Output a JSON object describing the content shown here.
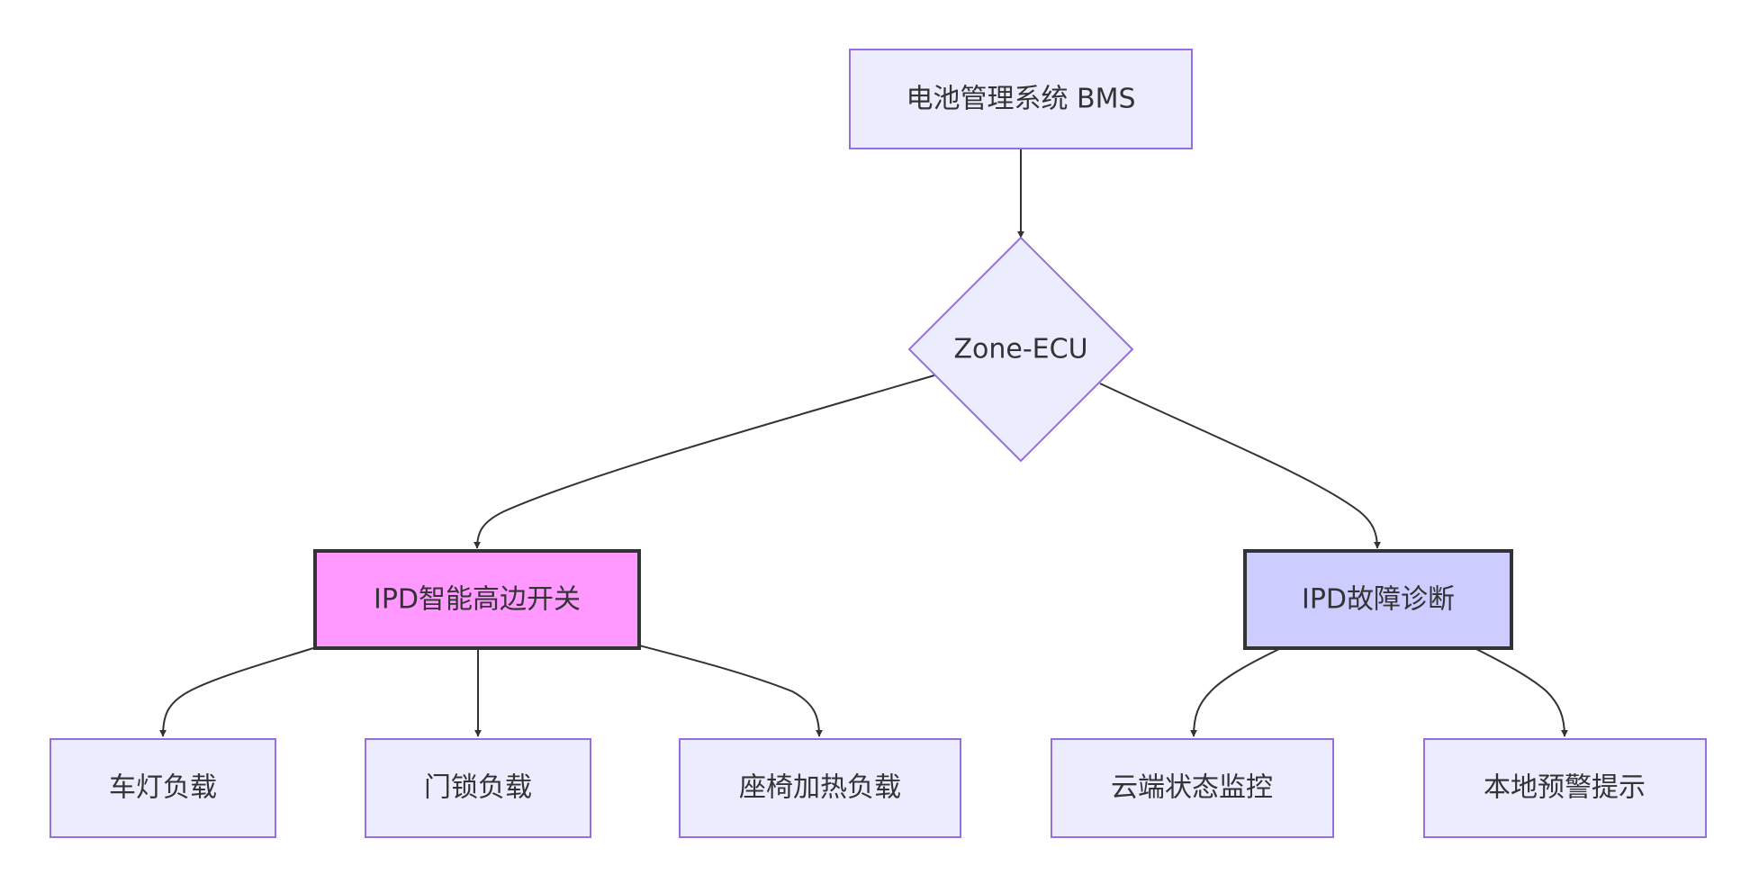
{
  "colors": {
    "node_fill": "#ECECFF",
    "node_border": "#9370DB",
    "edge": "#333333",
    "text": "#333333",
    "switch_fill": "#FF99FF",
    "diagnosis_fill": "#CCCCFF",
    "highlight_border": "#333333"
  },
  "nodes": {
    "bms": "电池管理系统 BMS",
    "zone_ecu": "Zone-ECU",
    "ipd_switch": "IPD智能高边开关",
    "ipd_diag": "IPD故障诊断",
    "lamp_load": "车灯负载",
    "door_load": "门锁负载",
    "seat_load": "座椅加热负载",
    "cloud_monitor": "云端状态监控",
    "local_warning": "本地预警提示"
  },
  "edges": [
    {
      "from": "bms",
      "to": "zone_ecu"
    },
    {
      "from": "zone_ecu",
      "to": "ipd_switch"
    },
    {
      "from": "zone_ecu",
      "to": "ipd_diag"
    },
    {
      "from": "ipd_switch",
      "to": "lamp_load"
    },
    {
      "from": "ipd_switch",
      "to": "door_load"
    },
    {
      "from": "ipd_switch",
      "to": "seat_load"
    },
    {
      "from": "ipd_diag",
      "to": "cloud_monitor"
    },
    {
      "from": "ipd_diag",
      "to": "local_warning"
    }
  ]
}
